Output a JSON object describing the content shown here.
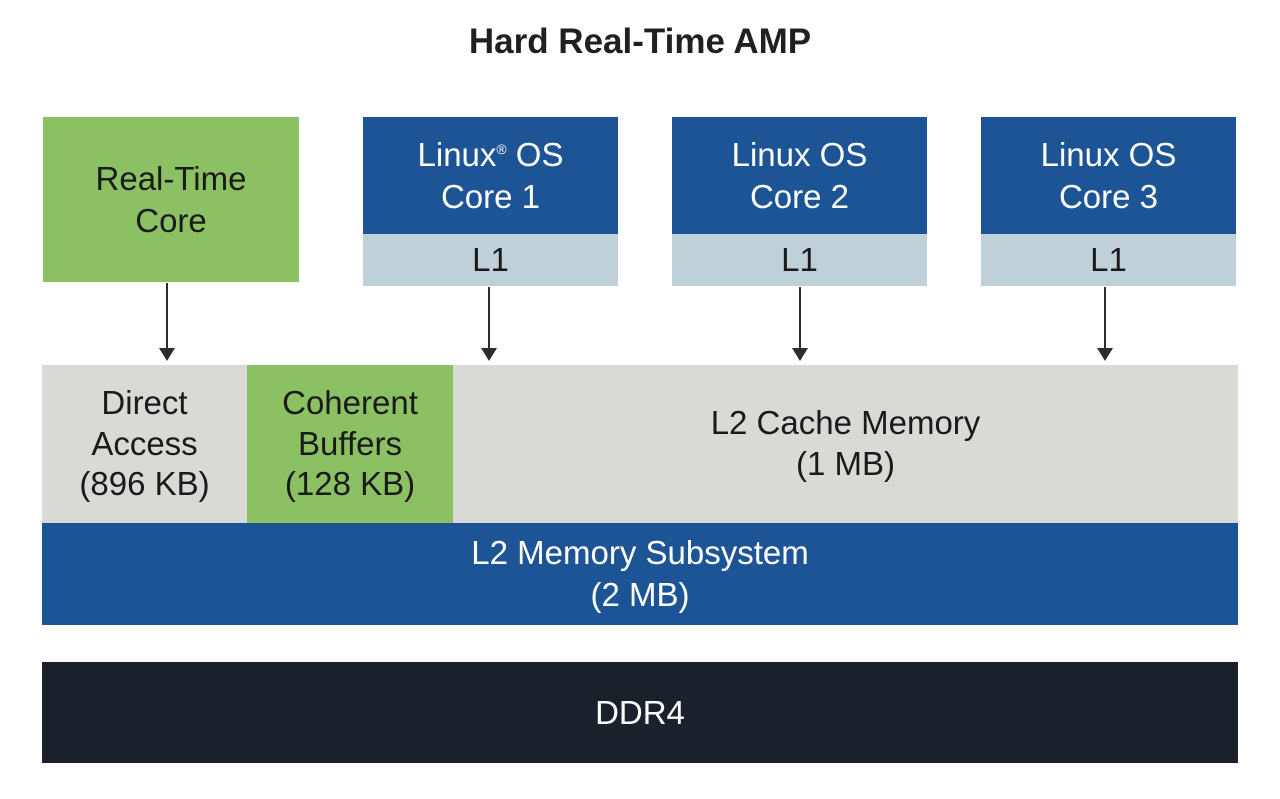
{
  "title": "Hard Real-Time AMP",
  "colors": {
    "green": "#8CC163",
    "blue": "#1D5495",
    "l1": "#BFD0D8",
    "gray": "#D9D9D6",
    "dark": "#1B212B",
    "text_dark": "#1A1A1A",
    "text_light": "#FFFFFF",
    "arrow": "#2D2D2D",
    "title_color": "#231F20"
  },
  "realtime_core": {
    "line1": "Real-Time",
    "line2": "Core"
  },
  "linux_cores": [
    {
      "brand": "Linux",
      "reg": "®",
      "os": " OS",
      "core": "Core 1",
      "l1": "L1"
    },
    {
      "brand": "Linux",
      "reg": "",
      "os": " OS",
      "core": "Core 2",
      "l1": "L1"
    },
    {
      "brand": "Linux",
      "reg": "",
      "os": " OS",
      "core": "Core 3",
      "l1": "L1"
    }
  ],
  "l2": {
    "direct_access": {
      "line1": "Direct",
      "line2": "Access",
      "line3": "(896 KB)"
    },
    "coherent_buffers": {
      "line1": "Coherent",
      "line2": "Buffers",
      "line3": "(128 KB)"
    },
    "cache": {
      "line1": "L2 Cache Memory",
      "line2": "(1 MB)"
    }
  },
  "l2_subsystem": {
    "line1": "L2 Memory Subsystem",
    "line2": "(2 MB)"
  },
  "ddr4": {
    "label": "DDR4"
  }
}
